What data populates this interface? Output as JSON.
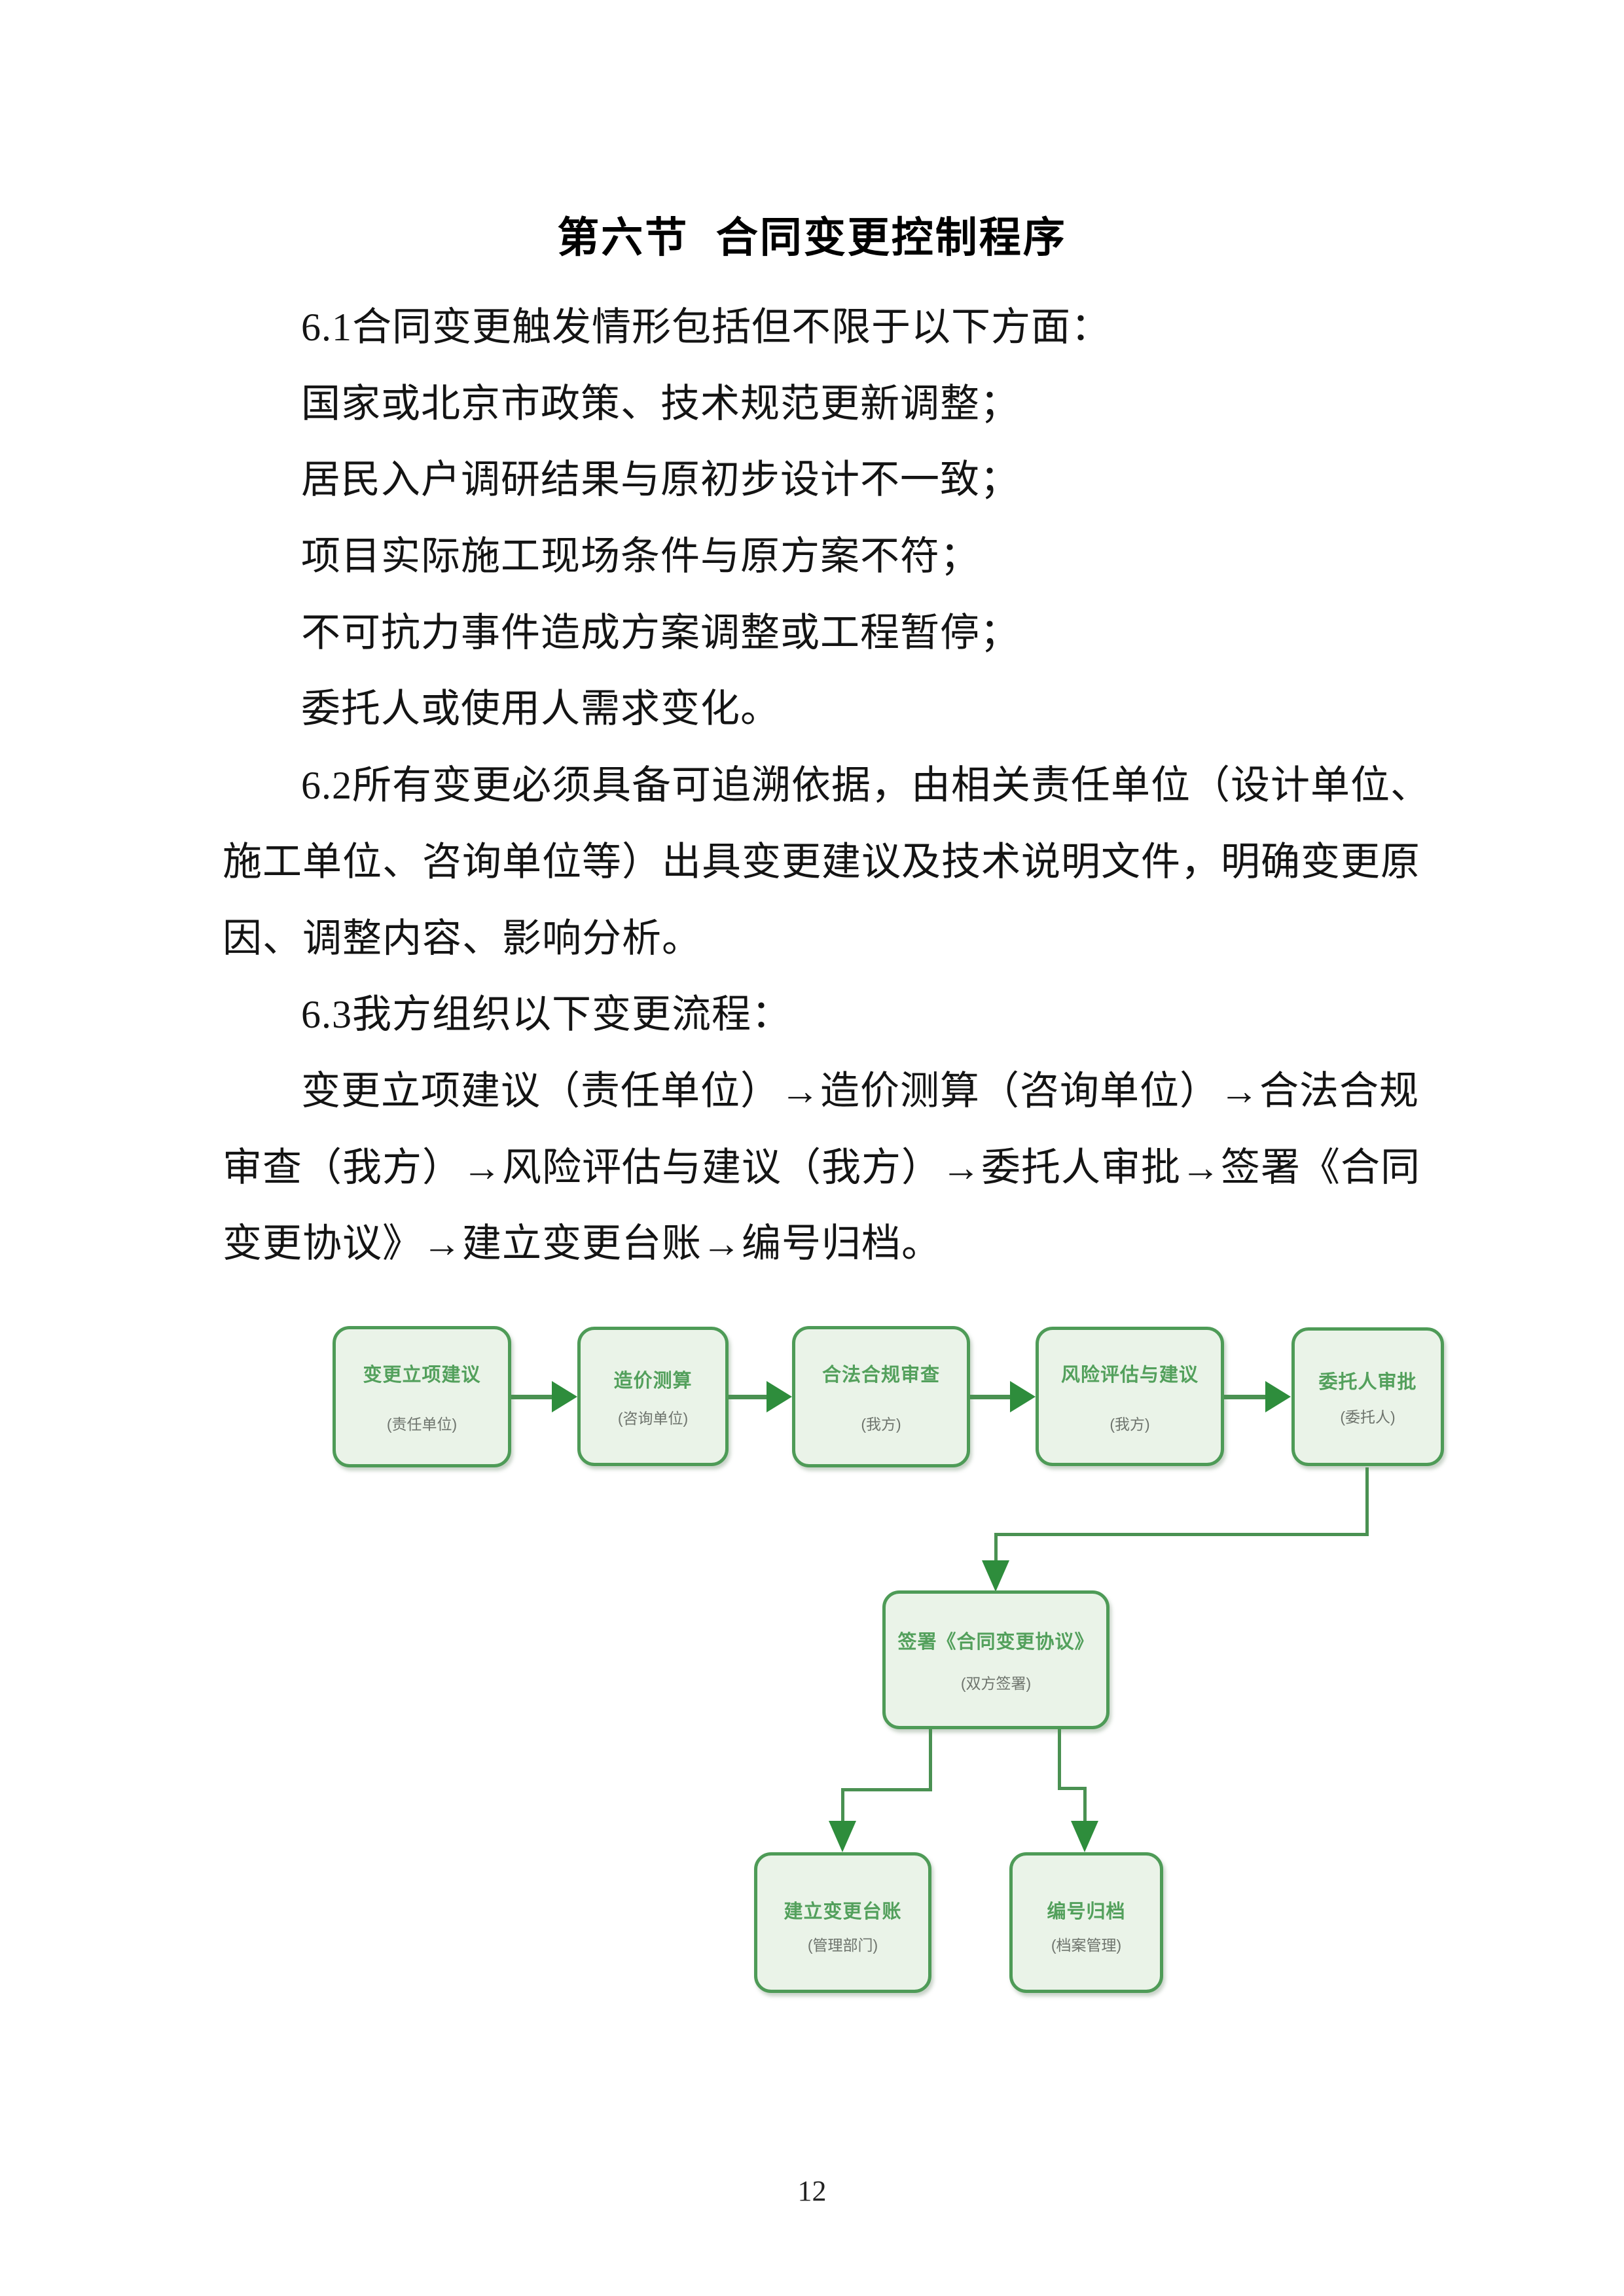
{
  "document": {
    "title": "第六节  合同变更控制程序",
    "page_number": "12",
    "paragraph_lines": [
      "6.1合同变更触发情形包括但不限于以下方面：",
      "国家或北京市政策、技术规范更新调整；",
      "居民入户调研结果与原初步设计不一致；",
      "项目实际施工现场条件与原方案不符；",
      "不可抗力事件造成方案调整或工程暂停；",
      "委托人或使用人需求变化。",
      "6.2所有变更必须具备可追溯依据，由相关责任单位（设计单位、",
      "施工单位、咨询单位等）出具变更建议及技术说明文件，明确变更原",
      "因、调整内容、影响分析。",
      "6.3我方组织以下变更流程：",
      "变更立项建议（责任单位）→造价测算（咨询单位）→合法合规",
      "审查（我方）→风险评估与建议（我方）→委托人审批→签署《合同",
      "变更协议》→建立变更台账→编号归档。"
    ]
  },
  "flowchart": {
    "row1": [
      {
        "title": "变更立项建议",
        "subtitle": "(责任单位)"
      },
      {
        "title": "造价测算",
        "subtitle": "(咨询单位)"
      },
      {
        "title": "合法合规审查",
        "subtitle": "(我方)"
      },
      {
        "title": "风险评估与建议",
        "subtitle": "(我方)"
      },
      {
        "title": "委托人审批",
        "subtitle": "(委托人)"
      }
    ],
    "sign_box": {
      "title": "签署《合同变更协议》",
      "subtitle": "(双方签署)"
    },
    "bottom_row": [
      {
        "title": "建立变更台账",
        "subtitle": "(管理部门)"
      },
      {
        "title": "编号归档",
        "subtitle": "(档案管理)"
      }
    ],
    "colors": {
      "box_fill": "#eaf3e8",
      "box_border": "#4e9b57",
      "box_title": "#53a05c",
      "box_subtitle": "#6e746d",
      "connector": "#4a9152",
      "arrowhead": "#2e8d3c"
    }
  }
}
